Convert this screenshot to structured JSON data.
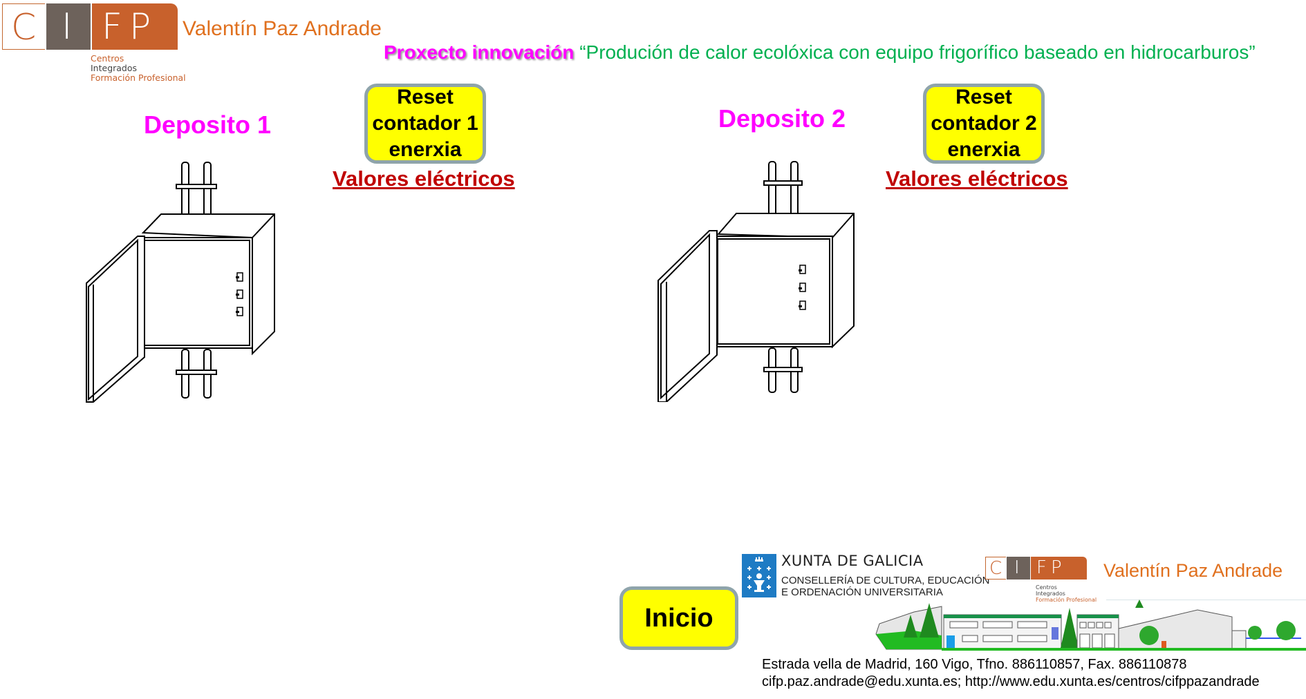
{
  "header": {
    "logo": {
      "letters_c": "C",
      "letters_i": "I",
      "letters_fp": "FP",
      "subtitle_lines": [
        "Centros",
        "Integrados",
        "Formación Profesional"
      ]
    },
    "school_name": "Valentín Paz Andrade",
    "project_label": "Proxecto innovación",
    "project_title": "“Produción de calor ecolóxica con equipo frigorífico baseado en hidrocarburos”"
  },
  "deposits": [
    {
      "title": "Deposito 1",
      "reset_button": [
        "Reset",
        "contador 1",
        "enerxia"
      ],
      "link": "Valores eléctricos"
    },
    {
      "title": "Deposito 2",
      "reset_button": [
        "Reset",
        "contador 2",
        "enerxia"
      ],
      "link": "Valores eléctricos"
    }
  ],
  "nav": {
    "home_button": "Inicio"
  },
  "footer": {
    "xunta_title": "XUNTA DE GALICIA",
    "xunta_sub": [
      "CONSELLERÍA DE CULTURA, EDUCACIÓN",
      "E ORDENACIÓN UNIVERSITARIA"
    ],
    "logo": {
      "letters_c": "C",
      "letters_i": "I",
      "letters_fp": "FP",
      "subtitle_lines": [
        "Centros",
        "Integrados",
        "Formación Profesional"
      ]
    },
    "school_name": "Valentín Paz Andrade",
    "address": "Estrada vella de Madrid, 160 Vigo, Tfno. 886110857, Fax. 886110878",
    "contact": "cifp.paz.andrade@edu.xunta.es; http://www.edu.xunta.es/centros/cifppazandrade"
  },
  "colors": {
    "magenta": "#ff00ff",
    "green": "#00b050",
    "orange": "#e0701e",
    "button_yellow": "#ffff00",
    "button_border": "#8fa4ab",
    "link_red": "#c00000",
    "xunta_blue": "#1e7bc4"
  },
  "icons": {
    "cabinet": "electrical-cabinet-icon",
    "xunta": "xunta-crest-icon",
    "building": "school-building-illustration"
  }
}
